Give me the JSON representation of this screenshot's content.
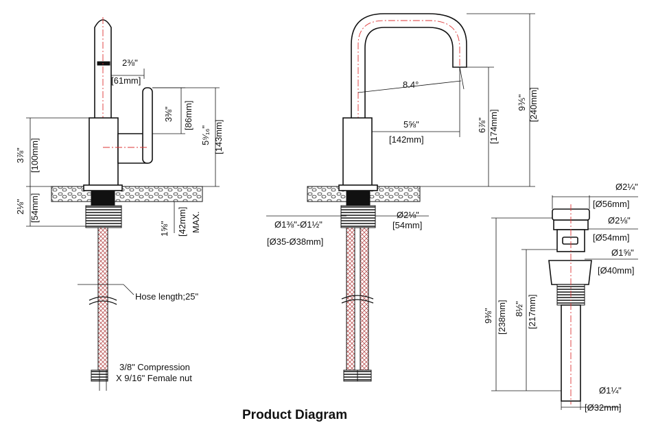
{
  "caption": "Product Diagram",
  "left_view": {
    "spout_reach_in": "2⅜\"",
    "spout_reach_mm": "[61mm]",
    "handle_in": "3⅜\"",
    "handle_mm": "[86mm]",
    "body_in": "3⅞\"",
    "body_mm": "[100mm]",
    "height_in": "5⁹⁄₁₆\"",
    "height_mm": "[143mm]",
    "shank_in": "2⅛\"",
    "shank_mm": "[54mm]",
    "deck_max_in": "1⅝\"",
    "deck_max_mm": "[42mm]",
    "deck_max_label": "MAX.",
    "hose_label": "Hose length;25\"",
    "connector_line1": "3/8\" Compression",
    "connector_line2": "X 9/16\" Female nut"
  },
  "middle_view": {
    "angle": "8.4°",
    "reach_in": "5⅝\"",
    "reach_mm": "[142mm]",
    "spout_height_in": "6⅞\"",
    "spout_height_mm": "[174mm]",
    "total_height_in": "9⅗\"",
    "total_height_mm": "[240mm]",
    "hole_in": "Ø1⅜\"-Ø1½\"",
    "hole_mm": "[Ø35-Ø38mm]",
    "base_in": "Ø2⅛\"",
    "base_mm": "[54mm]"
  },
  "drain_view": {
    "cap_in": "Ø2¼\"",
    "cap_mm": "[Ø56mm]",
    "flange_in": "Ø2⅛\"",
    "flange_mm": "[Ø54mm]",
    "body_in": "Ø1⅝\"",
    "body_mm": "[Ø40mm]",
    "total_in": "9⅜\"",
    "total_mm": "[238mm]",
    "tail_in": "8½\"",
    "tail_mm": "[217mm]",
    "pipe_in": "Ø1¼\"",
    "pipe_mm": "[Ø32mm]"
  }
}
